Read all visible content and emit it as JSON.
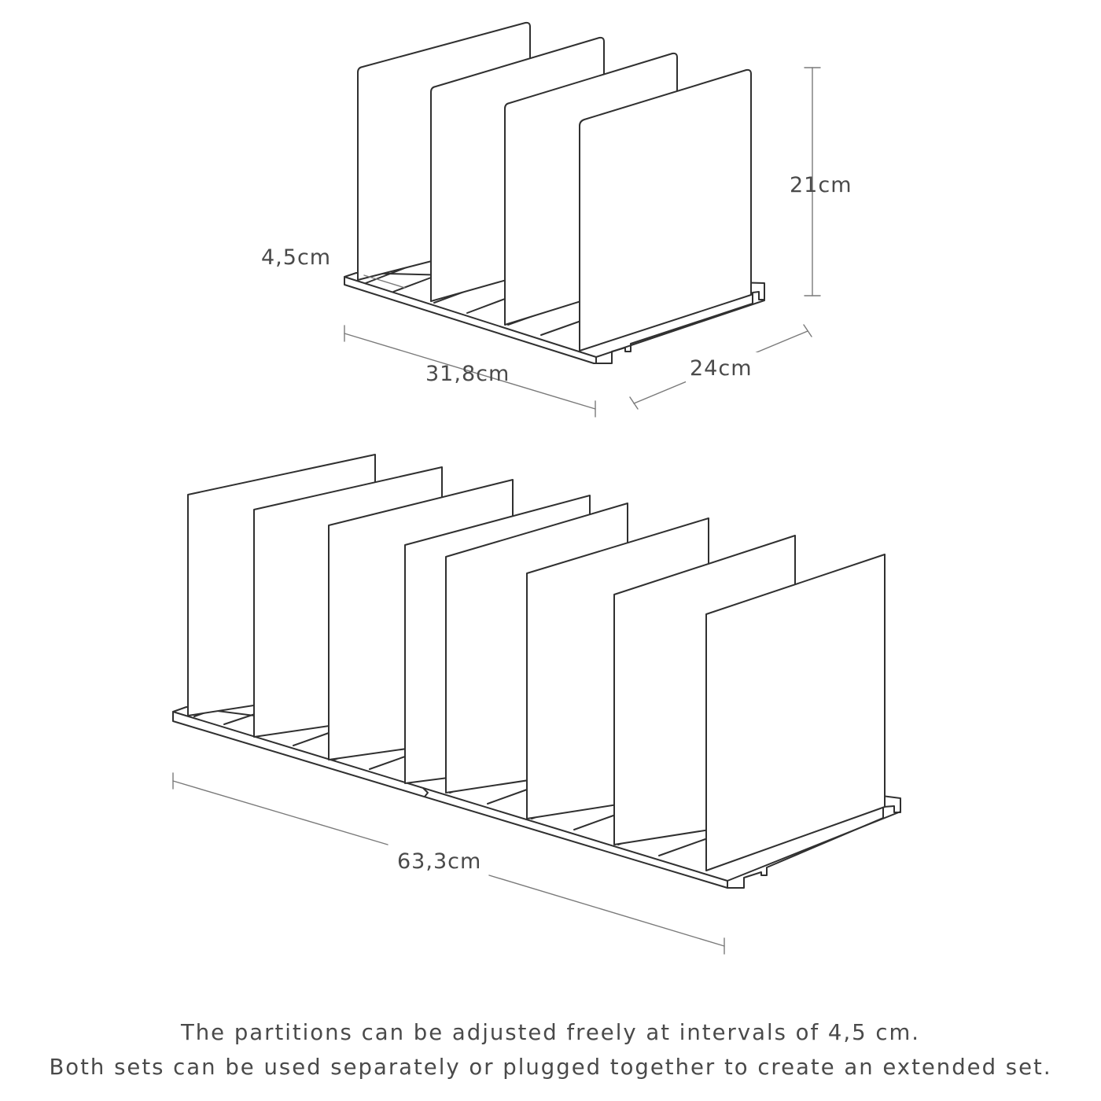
{
  "small_set": {
    "height_label": "21cm",
    "interval_label": "4,5cm",
    "length_label": "31,8cm",
    "depth_label": "24cm",
    "partition_count": 4
  },
  "extended_set": {
    "length_label": "63,3cm",
    "partition_count": 8
  },
  "caption": {
    "line1": "The partitions can be adjusted freely at intervals of 4,5 cm.",
    "line2": "Both sets can be used separately or plugged together to create an extended set."
  },
  "colors": {
    "line": "#303030",
    "dimension_line": "#7a7a7a",
    "text": "#4a4a4a",
    "background": "#ffffff"
  }
}
